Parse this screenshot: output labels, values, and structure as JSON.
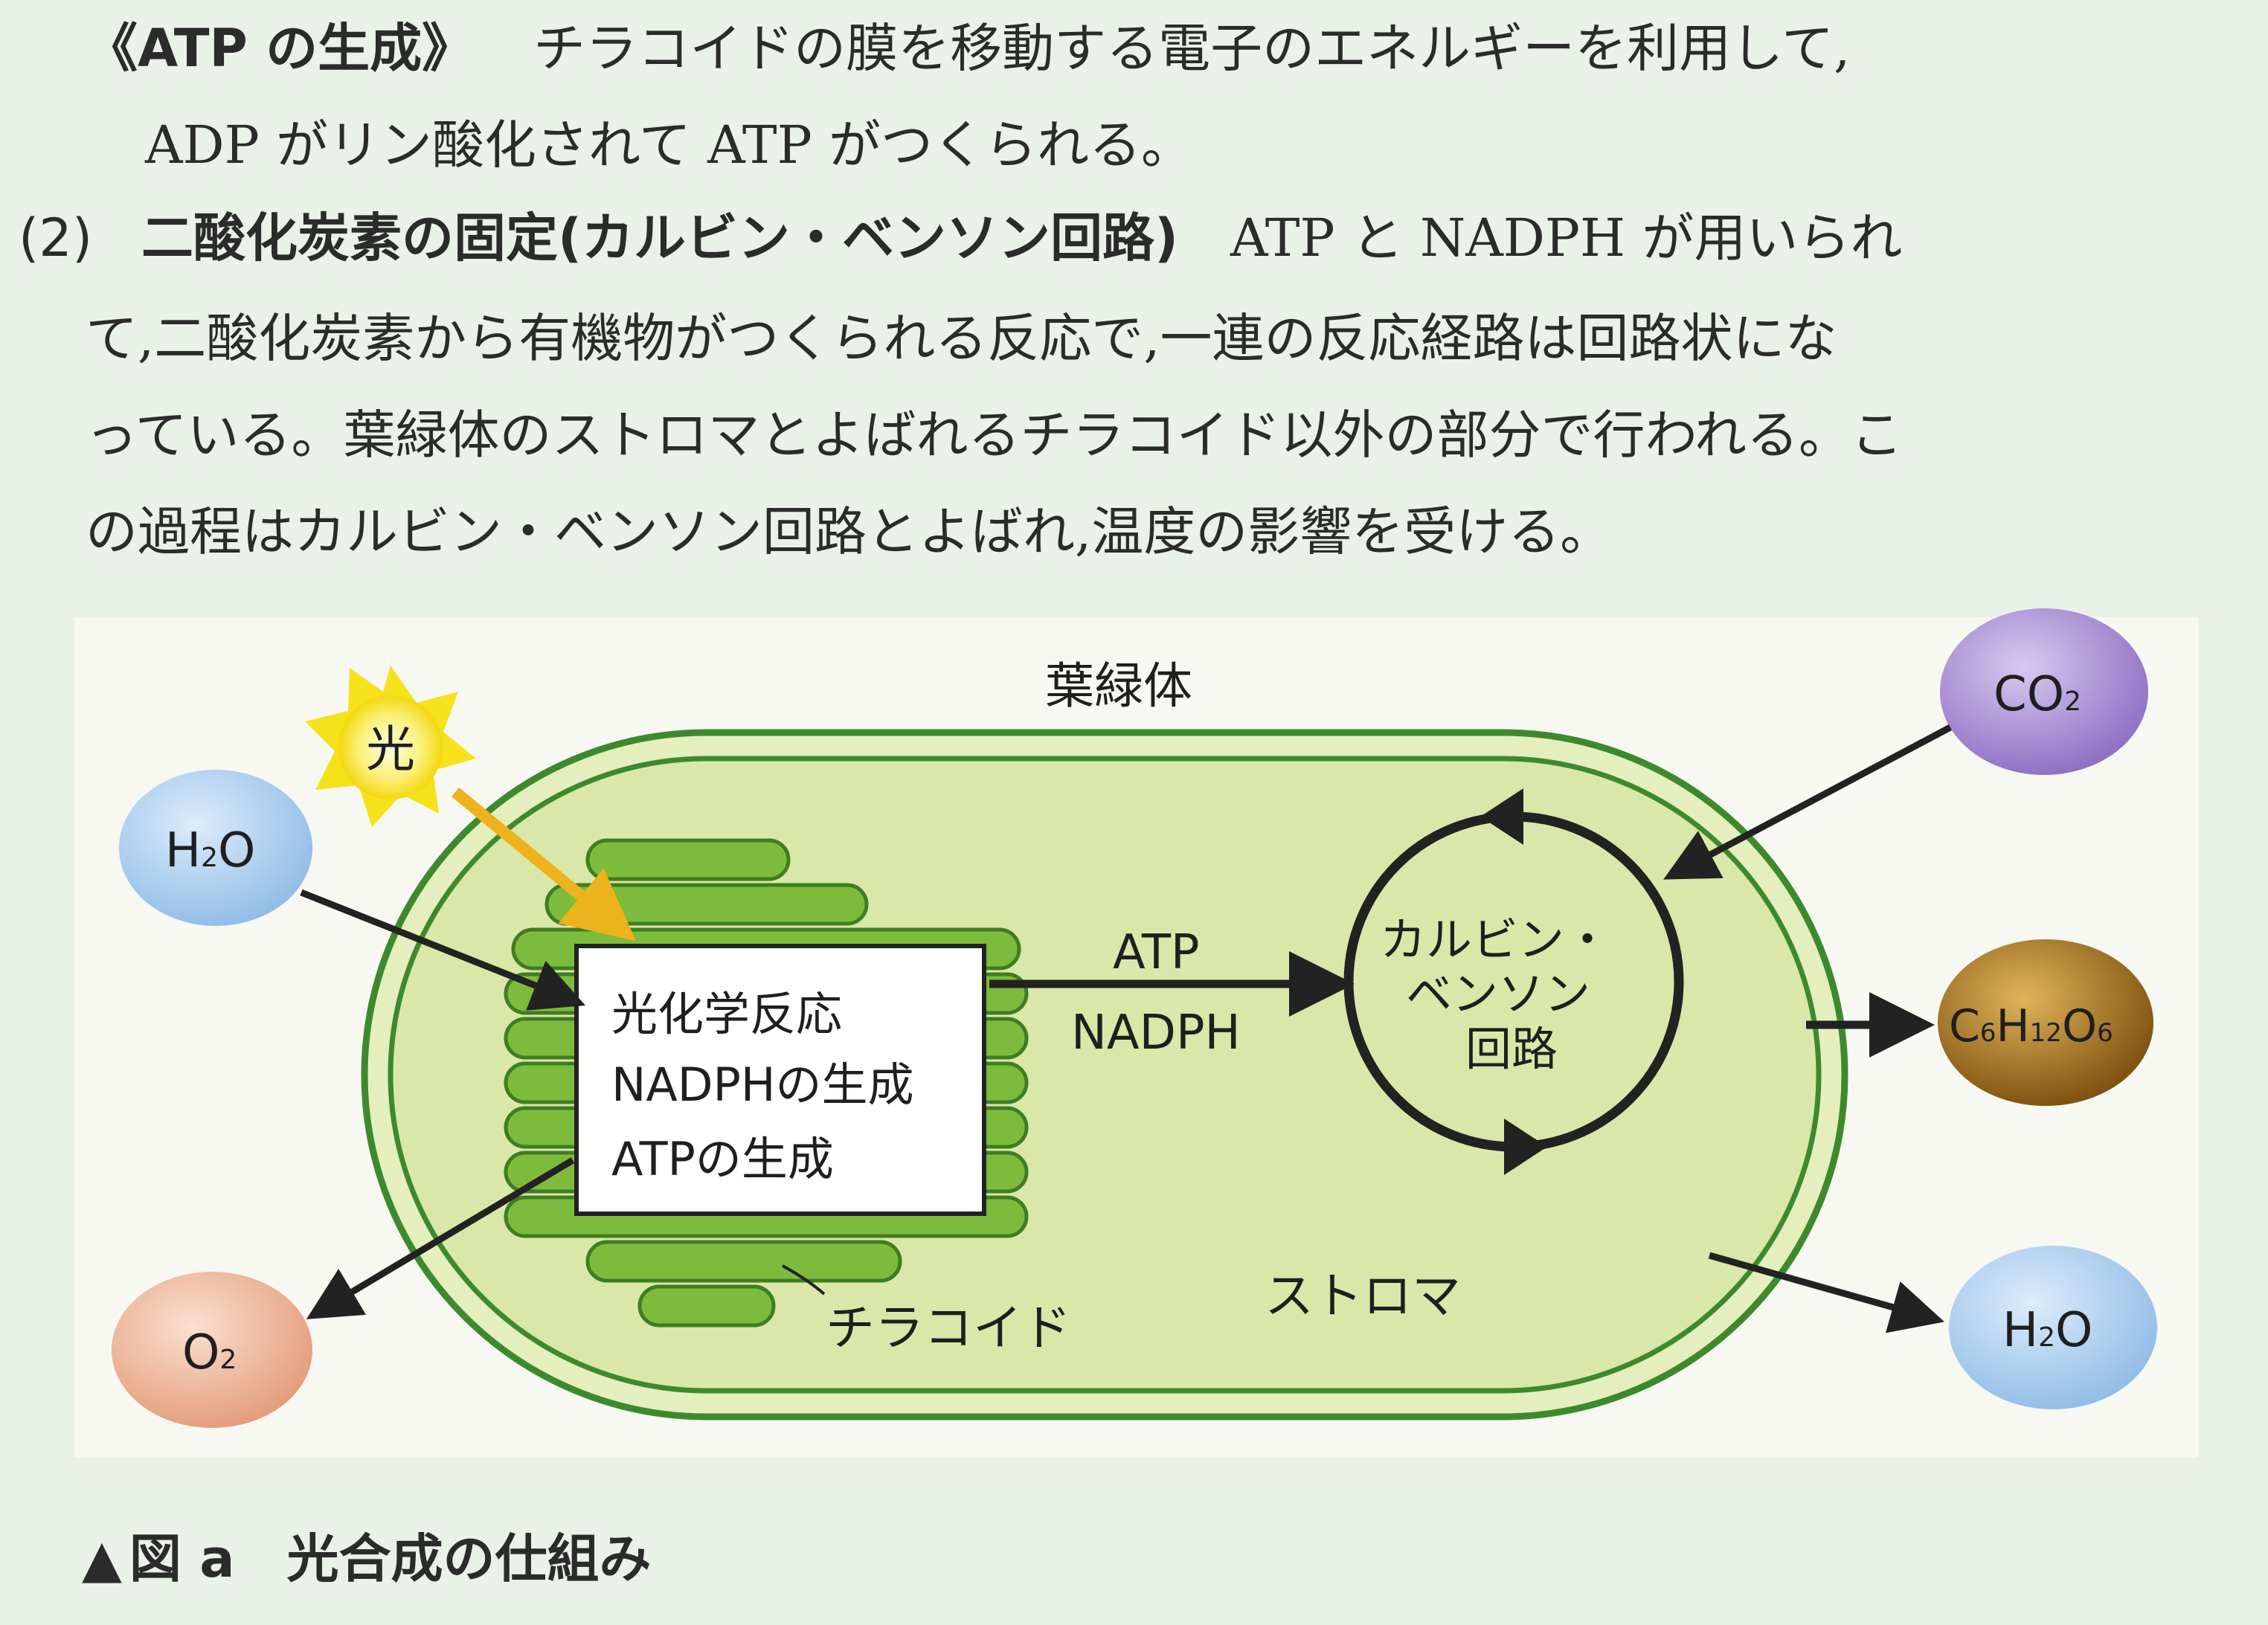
{
  "text": {
    "atp_heading": "《ATP の生成》",
    "atp_line1_rest": "チラコイドの膜を移動する電子のエネルギーを利用して,",
    "atp_line2": "ADP がリン酸化されて ATP がつくられる。",
    "section2_number": "(2)",
    "section2_heading": "二酸化炭素の固定(カルビン・ベンソン回路)",
    "section2_line1_rest": "ATP と NADPH が用いられ",
    "section2_line2": "て,二酸化炭素から有機物がつくられる反応で,一連の反応経路は回路状にな",
    "section2_line3": "っている。葉緑体のストロマとよばれるチラコイド以外の部分で行われる。こ",
    "section2_line4": "の過程はカルビン・ベンソン回路とよばれ,温度の影響を受ける。"
  },
  "diagram": {
    "chloroplast_label": "葉緑体",
    "light_label": "光",
    "h2o_in": {
      "base": "H",
      "sub": "2",
      "rest": "O"
    },
    "o2_out": {
      "base": "O",
      "sub": "2"
    },
    "co2_in": {
      "base": "CO",
      "sub": "2"
    },
    "glucose_out": {
      "c": "C",
      "c_sub": "6",
      "h": "H",
      "h_sub": "12",
      "o": "O",
      "o_sub": "6"
    },
    "h2o_out": {
      "base": "H",
      "sub": "2",
      "rest": "O"
    },
    "reaction_box": [
      "光化学反応",
      "NADPHの生成",
      "ATPの生成"
    ],
    "arrow_label_atp": "ATP",
    "arrow_label_nadph": "NADPH",
    "cycle_label": [
      "カルビン・",
      "ベンソン",
      "回路"
    ],
    "thylakoid_label": "チラコイド",
    "stroma_label": "ストロマ",
    "colors": {
      "chloroplast_fill": "#d9e8a8",
      "chloroplast_border": "#3d8a2e",
      "thylakoid": "#7dbb3c",
      "light": "#f6e21a",
      "light_arrow": "#eeb21c",
      "h2o": "#a9cdee",
      "o2": "#efb393",
      "co2": "#a58ad0",
      "glucose": "#9a6a16"
    }
  },
  "caption": {
    "symbol": "▲",
    "label": "図 a",
    "title": "光合成の仕組み"
  }
}
